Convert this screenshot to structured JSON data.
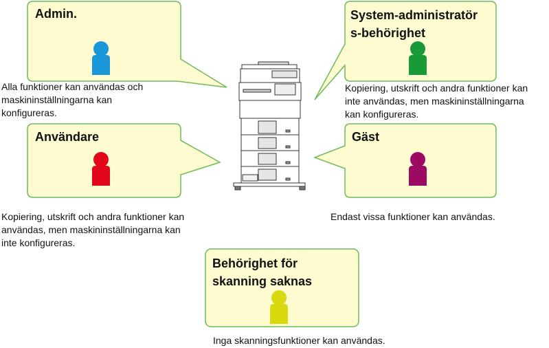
{
  "colors": {
    "bubble_fill": "#fdfbcf",
    "bubble_border": "#6dbb58",
    "admin_person": "#1a97d9",
    "sysadmin_person": "#189a39",
    "user_person": "#e3061b",
    "guest_person": "#9c0a62",
    "noscan_person": "#d8d90e"
  },
  "roles": {
    "admin": {
      "title": "Admin.",
      "icon": "person-icon",
      "desc": [
        "Alla funktioner kan användas och",
        "maskininställningarna kan",
        "konfigureras."
      ]
    },
    "sysadmin": {
      "title": [
        "System-administratör",
        "s-behörighet"
      ],
      "icon": "person-icon",
      "desc": [
        "Kopiering, utskrift och andra funktioner kan",
        "inte användas, men maskininställningarna",
        "kan konfigureras."
      ]
    },
    "user": {
      "title": "Användare",
      "icon": "person-icon",
      "desc": [
        "Kopiering, utskrift och andra funktioner kan",
        "användas, men maskininställningarna kan",
        "inte konfigureras."
      ]
    },
    "guest": {
      "title": "Gäst",
      "icon": "person-icon",
      "desc": [
        "Endast vissa funktioner kan användas."
      ]
    },
    "noscan": {
      "title": [
        "Behörighet för",
        "skanning saknas"
      ],
      "icon": "person-icon",
      "desc": [
        "Inga skanningsfunktioner kan användas."
      ]
    }
  },
  "printer": {
    "icon": "multifunction-printer-icon"
  }
}
